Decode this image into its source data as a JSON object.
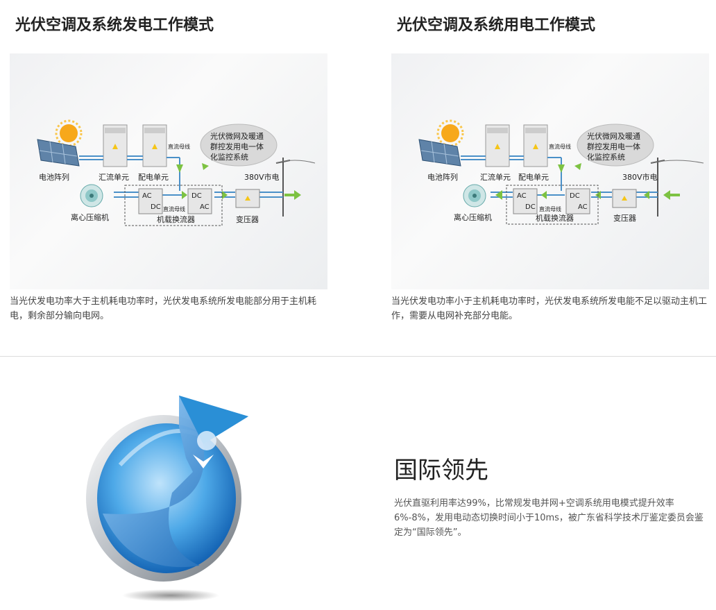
{
  "sections": [
    {
      "title": "光伏空调及系统发电工作模式",
      "caption": "当光伏发电功率大于主机耗电功率时，光伏发电系统所发电能部分用于主机耗电，剩余部分输向电网。",
      "labels": {
        "panel": "电池阵列",
        "combiner": "汇流单元",
        "distribution": "配电单元",
        "dc_bus_top": "直流母线",
        "monitor_line1": "光伏微网及暖通",
        "monitor_line2": "群控发用电一体",
        "monitor_line3": "化监控系统",
        "grid": "380V市电",
        "compressor": "离心压缩机",
        "ac1": "AC",
        "dc1": "DC",
        "dc2": "DC",
        "ac2": "AC",
        "dc_bus_mid": "直流母线",
        "converter": "机载换流器",
        "transformer": "变压器"
      }
    },
    {
      "title": "光伏空调及系统用电工作模式",
      "caption": "当光伏发电功率小于主机耗电功率时，光伏发电系统所发电能不足以驱动主机工作，需要从电网补充部分电能。",
      "labels": {
        "panel": "电池阵列",
        "combiner": "汇流单元",
        "distribution": "配电单元",
        "dc_bus_top": "直流母线",
        "monitor_line1": "光伏微网及暖通",
        "monitor_line2": "群控发用电一体",
        "monitor_line3": "化监控系统",
        "grid": "380V市电",
        "compressor": "离心压缩机",
        "ac1": "AC",
        "dc1": "DC",
        "dc2": "DC",
        "ac2": "AC",
        "dc_bus_mid": "直流母线",
        "converter": "机载换流器",
        "transformer": "变压器"
      }
    }
  ],
  "feature": {
    "title": "国际领先",
    "text": "光伏直驱利用率达99%，比常规发电并网+空调系统用电模式提升效率6%-8%，发用电动态切换时间小于10ms，被广东省科学技术厅鉴定委员会鉴定为“国际领先”。"
  },
  "colors": {
    "arrow_green": "#7dc242",
    "line_blue": "#4a90c8",
    "logo_blue": "#2a8fd6"
  }
}
